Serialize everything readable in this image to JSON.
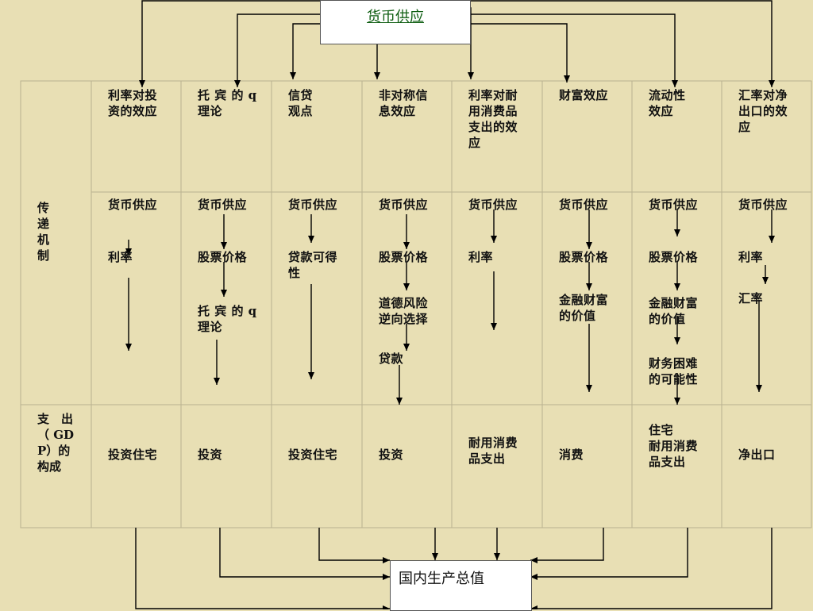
{
  "top": {
    "title": "货币供应"
  },
  "bottom": {
    "title": "国内生产总值"
  },
  "row_labels": {
    "mechanism": [
      "传",
      "递",
      "机",
      "制"
    ],
    "spending": [
      "支　出",
      "（ GD",
      "P）的",
      "构成"
    ]
  },
  "columns": [
    {
      "header": "利率对投\n资的效应",
      "chain": [
        "货币供应",
        "利率"
      ],
      "spending": "投资住宅"
    },
    {
      "header": "托 宾 的 q\n理论",
      "chain": [
        "货币供应",
        "股票价格",
        "托 宾 的 q\n理论"
      ],
      "spending": "投资"
    },
    {
      "header": "信贷\n观点",
      "chain": [
        "货币供应",
        "贷款可得\n性"
      ],
      "spending": "投资住宅"
    },
    {
      "header": "非对称信\n息效应",
      "chain": [
        "货币供应",
        "股票价格",
        "道德风险\n逆向选择",
        "贷款"
      ],
      "spending": "投资"
    },
    {
      "header": "利率对耐\n用消费品\n支出的效\n应",
      "chain": [
        "货币供应",
        "利率"
      ],
      "spending": "耐用消费\n品支出"
    },
    {
      "header": "财富效应",
      "chain": [
        "货币供应",
        "股票价格",
        "金融财富\n的价值"
      ],
      "spending": "消费"
    },
    {
      "header": "流动性\n效应",
      "chain": [
        "货币供应",
        "股票价格",
        "金融财富\n的价值",
        "财务困难\n的可能性"
      ],
      "spending": "住宅\n耐用消费\n品支出"
    },
    {
      "header": "汇率对净\n出口的效\n应",
      "chain": [
        "货币供应",
        "利率",
        "汇率"
      ],
      "spending": "净出口"
    }
  ]
}
